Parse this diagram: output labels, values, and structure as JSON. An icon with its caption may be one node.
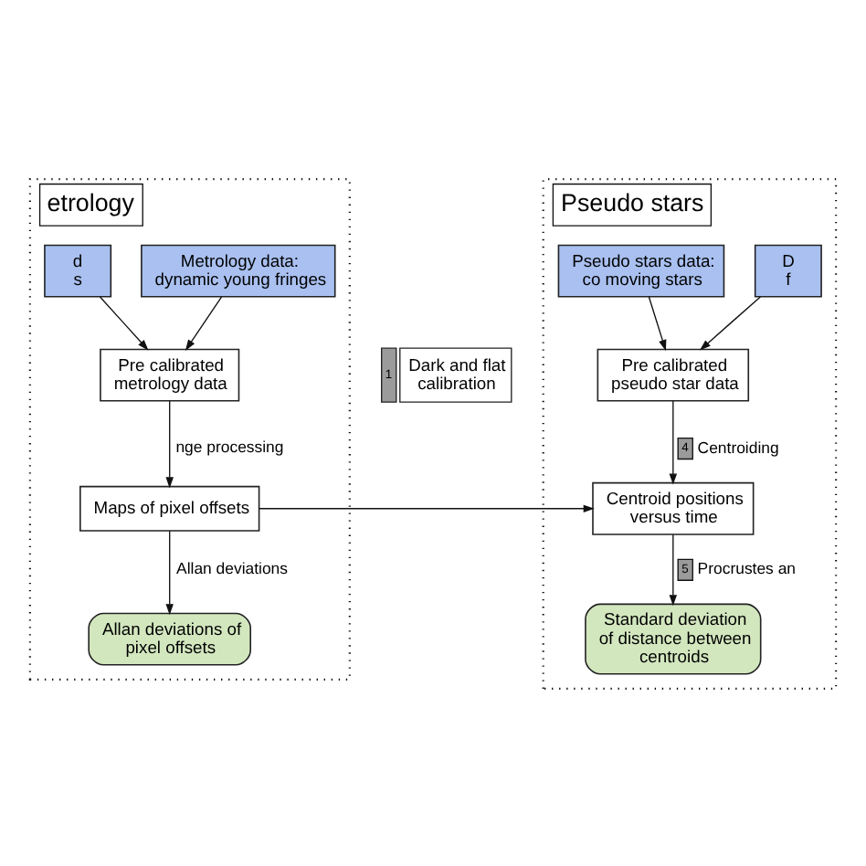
{
  "diagram": {
    "nodes": [
      {
        "text": [
          "etrology"
        ]
      },
      {
        "text": [
          "d s"
        ],
        "in": 0
      },
      {
        "text": [
          "Metrology data: dynamic young fringes"
        ],
        "in": 0
      },
      {
        "text": [
          "Pre calibrated metrology data"
        ],
        "in": 0
      },
      {
        "text": [
          "Maps of pixel offsets"
        ],
        "in": 0
      },
      {
        "text": [
          "Allan deviations of pixel offsets"
        ],
        "in": 0
      },
      {
        "text": [
          "Pseudo stars"
        ]
      },
      {
        "text": [
          "Pseudo stars data: co moving stars"
        ],
        "in": 6
      },
      {
        "text": [
          "D f"
        ],
        "in": 6
      },
      {
        "text": [
          "Pre calibrated pseudo star data"
        ],
        "in": 6
      },
      {
        "text": [
          "Centroid positions versus time"
        ],
        "in": 6
      },
      {
        "text": [
          "Standard deviation of distance between centroids"
        ],
        "in": 6
      },
      {
        "text": [
          "1",
          "Dark and flat calibration"
        ]
      }
    ],
    "edges": [
      {
        "from": 1,
        "to": 3,
        "arrow": "to"
      },
      {
        "from": 2,
        "to": 3,
        "arrow": "to"
      },
      {
        "from": 3,
        "to": 4,
        "arrow": "to",
        "label": "nge processing"
      },
      {
        "from": 4,
        "to": 5,
        "arrow": "to",
        "label": "Allan deviations"
      },
      {
        "from": 7,
        "to": 9,
        "arrow": "to"
      },
      {
        "from": 8,
        "to": 9,
        "arrow": "to"
      },
      {
        "from": 9,
        "to": 10,
        "arrow": "to",
        "label": "4 Centroiding"
      },
      {
        "from": 4,
        "to": 10,
        "arrow": "to"
      },
      {
        "from": 10,
        "to": 11,
        "arrow": "to",
        "label": "5 Procrustes an"
      }
    ]
  }
}
